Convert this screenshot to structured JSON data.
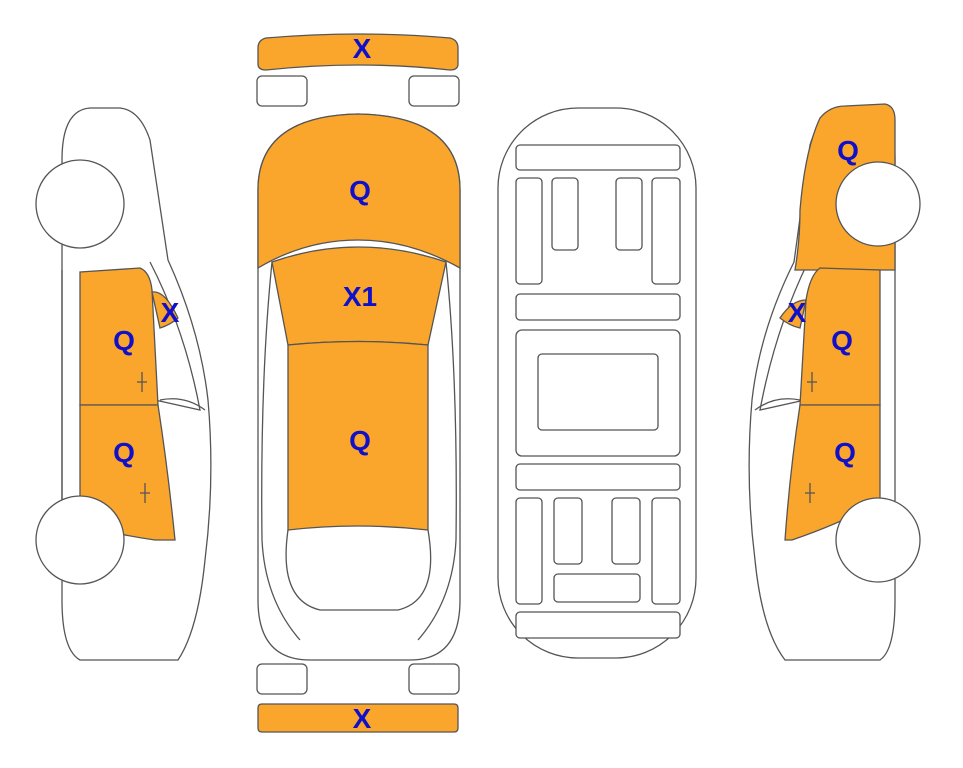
{
  "colors": {
    "damaged_panel": "#FAA62D",
    "marker_text": "#1010C8",
    "outline": "#555555",
    "background": "#FFFFFF"
  },
  "views": {
    "left_side": {
      "front_window_mark": "X",
      "front_door_mark": "Q",
      "rear_door_mark": "Q"
    },
    "top": {
      "front_bumper_mark": "X",
      "hood_mark": "Q",
      "windshield_mark": "X1",
      "roof_mark": "Q",
      "rear_bumper_mark": "X"
    },
    "right_side": {
      "front_fender_mark": "Q",
      "front_window_mark": "X",
      "front_door_mark": "Q",
      "rear_door_mark": "Q"
    }
  }
}
